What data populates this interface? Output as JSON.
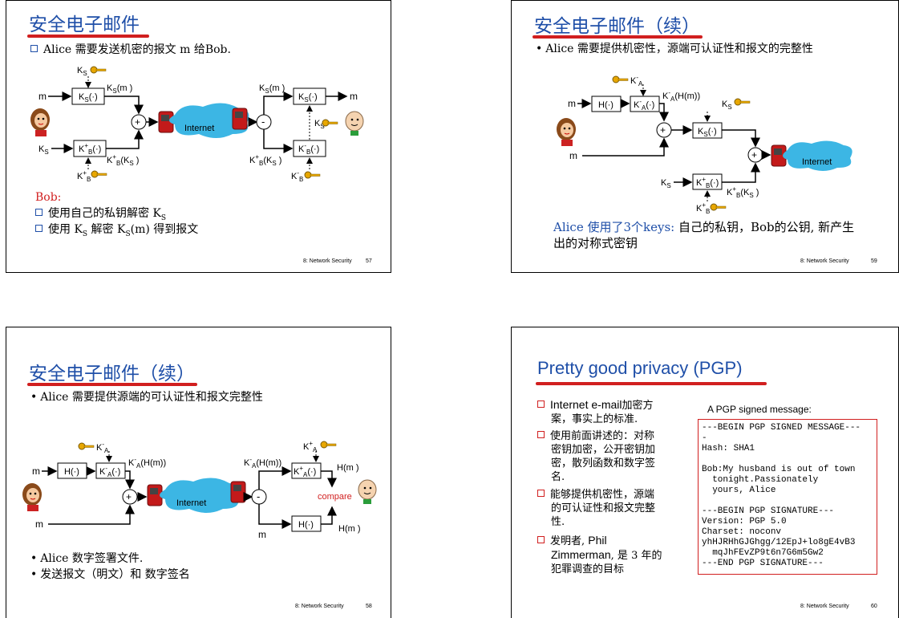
{
  "slide57": {
    "title": "安全电子邮件",
    "bullet": "Alice 需要发送机密的报文 m 给Bob.",
    "bob_label": "Bob:",
    "items": [
      "使用自己的私钥解密 K",
      "使用 K",
      " 解密 K",
      "(m) 得到报文"
    ],
    "footer": "8: Network Security",
    "page": "57",
    "diagram": {
      "m": "m",
      "ks": "K",
      "ks_sub": "S",
      "ks_func": "K",
      "ks_paren": "(·)",
      "ksm": "K",
      "ksm_rest": "(m )",
      "kb": "K",
      "kb_func": "(·)",
      "kbks": "K",
      "kbks_rest": "(K",
      "internet": "Internet",
      "plus": "+",
      "minus": "-"
    }
  },
  "slide58": {
    "title": "安全电子邮件（续）",
    "bullet": "Alice 需要提供源端的可认证性和报文完整性",
    "b1": "Alice 数字签署文件.",
    "b2": "发送报文（明文）和 数字签名",
    "footer": "8: Network Security",
    "page": "58",
    "diagram": {
      "m": "m",
      "h": "H(·)",
      "ka_func": "K",
      "ka_paren": "(·)",
      "kahm": "K",
      "kahm_rest": "(H(m))",
      "kaplus_func": "K",
      "internet": "Internet",
      "compare": "compare",
      "hm": "H(m )",
      "plus": "+",
      "minus": "-"
    }
  },
  "slide59": {
    "title": "安全电子邮件（续）",
    "bullet": "Alice 需要提供机密性，源端可认证性和报文的完整性",
    "note_part1": "Alice 使用了3个keys: ",
    "note_part2": "自己的私钥，Bob的公钥, 新产生",
    "note_line2": "出的对称式密钥",
    "footer": "8: Network Security",
    "page": "59",
    "diagram": {
      "m": "m",
      "h": "H(·)",
      "ka_func": "K",
      "ka_paren": "(·)",
      "kahm": "K",
      "kahm_rest": "(H(m))",
      "ks": "K",
      "kb": "K",
      "kbks": "K",
      "kbks_rest": "(K",
      "internet": "Internet",
      "plus": "+"
    }
  },
  "slide60": {
    "title": "Pretty good privacy (PGP)",
    "left_items": [
      [
        "Internet e-mail",
        "加密方",
        "案，事实上的标准."
      ],
      [
        "使用前面讲述的：对称",
        "密钥加密，公开密钥加",
        "密，散列函数和数字签",
        "名."
      ],
      [
        "能够提供机密性，源端",
        "的可认证性和报文完整",
        "性."
      ],
      [
        "发明者, ",
        "Phil",
        "Zimmerman",
        ", 是 3 年的",
        "犯罪调查的目标"
      ]
    ],
    "signed_label": "A PGP signed message:",
    "pgp_lines": [
      "---BEGIN PGP SIGNED MESSAGE---",
      "-",
      "Hash: SHA1",
      "",
      "Bob:My husband is out of town",
      "  tonight.Passionately",
      "  yours, Alice",
      "",
      "---BEGIN PGP SIGNATURE---",
      "Version: PGP 5.0",
      "Charset: noconv",
      "yhHJRHhGJGhgg/12EpJ+lo8gE4vB3",
      "  mqJhFEvZP9t6n7G6m5Gw2",
      "---END PGP SIGNATURE---"
    ],
    "footer": "8: Network Security",
    "page": "60"
  },
  "colors": {
    "title": "#1f4fa8",
    "underline": "#d11f1f",
    "internet_cloud": "#3cb6e4",
    "key": "#e8a700",
    "compare": "#d11f1f"
  }
}
